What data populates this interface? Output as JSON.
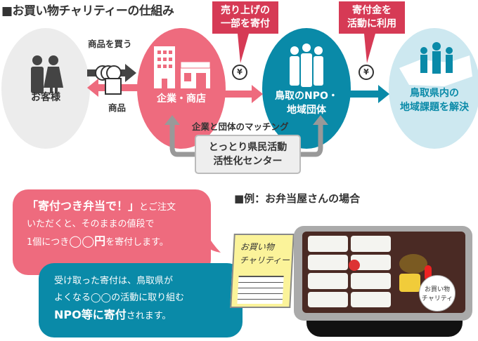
{
  "title": "■お買い物チャリティーの仕組み",
  "nodes": {
    "customer": "お客様",
    "shop": "企業・商店",
    "npo_l1": "鳥取のNPO・",
    "npo_l2": "地域団体",
    "goal_l1": "鳥取県内の",
    "goal_l2": "地域課題を解決"
  },
  "callouts": {
    "donate_l1": "売り上げの",
    "donate_l2": "一部を寄付",
    "use_l1": "寄付金を",
    "use_l2": "活動に利用"
  },
  "arrows": {
    "buy": "商品を買う",
    "goods": "商品",
    "yen": "¥",
    "matching": "企業と団体のマッチング"
  },
  "center": {
    "l1": "とっとり県民活動",
    "l2": "活性化センター"
  },
  "example": {
    "heading": "■例：お弁当屋さんの場合",
    "sign_l1": "お買い物",
    "sign_l2": "チャリティー",
    "sticker_l1": "お買い物",
    "sticker_l2": "チャリティ"
  },
  "bubble_pink": {
    "strong": "「寄付つき弁当で！」",
    "l1_rest": "とご注文",
    "l2": "いただくと、そのままの値段で",
    "l3_a": "1個につき",
    "l3_b": "◯◯円",
    "l3_c": "を寄付します。"
  },
  "bubble_teal": {
    "l1": "受け取った寄付は、鳥取県が",
    "l2": "よくなる◯◯の活動に取り組む",
    "l3_a": "NPO等に寄付",
    "l3_b": "されます。"
  },
  "colors": {
    "pink": "#ee6b7e",
    "teal": "#0a8aa8",
    "red": "#d63a55",
    "lightblue": "#cde8f0"
  }
}
